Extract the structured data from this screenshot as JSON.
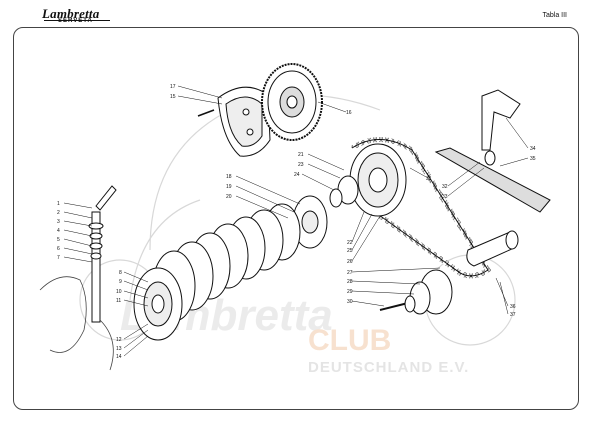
{
  "header": {
    "brand_name": "Lambretta",
    "brand_sub": "SERVETA",
    "plate_label": "Tabla III"
  },
  "watermark": {
    "club_word": "CLUB",
    "club_line": "DEUTSCHLAND E.V.",
    "brand_word": "Lambretta",
    "color": "#f2c9a8"
  },
  "callouts": {
    "c1": "1",
    "c2": "2",
    "c3": "3",
    "c4": "4",
    "c5": "5",
    "c6": "6",
    "c7": "7",
    "c8": "8",
    "c9": "9",
    "c10": "10",
    "c11": "11",
    "c12": "12",
    "c13": "13",
    "c14": "14",
    "c15": "15",
    "c16": "16",
    "c17": "17",
    "c18": "18",
    "c19": "19",
    "c20": "20",
    "c21": "21",
    "c22": "22",
    "c23": "23",
    "c24": "24",
    "c25": "25",
    "c26": "26",
    "c27": "27",
    "c28": "28",
    "c29": "29",
    "c30": "30",
    "c31": "31",
    "c32": "32",
    "c33": "33",
    "c34": "34",
    "c35": "35",
    "c36": "36",
    "c37": "37"
  }
}
